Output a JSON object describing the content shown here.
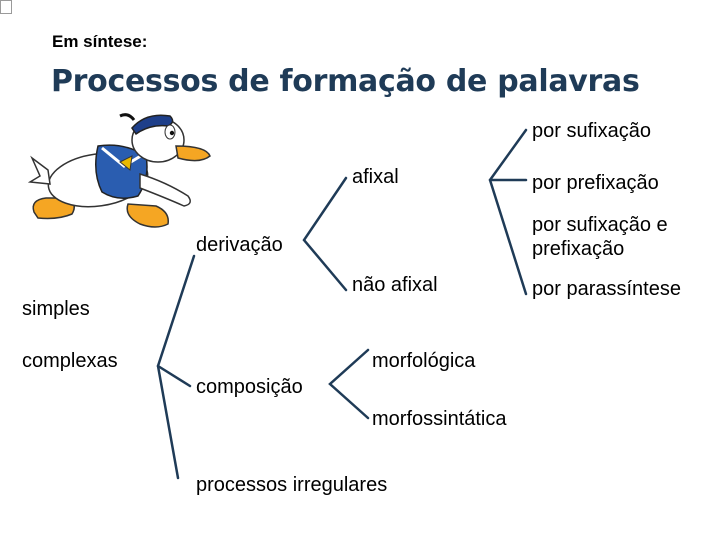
{
  "slide": {
    "subtitle": "Em síntese:",
    "title": "Processos de formação de palavras",
    "bullet_icon": "square-bullet-icon",
    "illustration": "donald-duck-cartoon"
  },
  "diagram": {
    "simples": "simples",
    "complexas": "complexas",
    "derivacao": "derivação",
    "composicao": "composição",
    "processos_irregulares": "processos irregulares",
    "afixal": "afixal",
    "nao_afixal": "não afixal",
    "morfologica": "morfológica",
    "morfossintatica": "morfossintática",
    "por_sufixacao": "por sufixação",
    "por_prefixacao": "por prefixação",
    "por_sufixacao_e_prefixacao_1": "por sufixação e",
    "por_sufixacao_e_prefixacao_2": "prefixação",
    "por_parassintese": "por parassíntese"
  },
  "colors": {
    "connector": "#1f3b57",
    "title": "#1f3b57"
  }
}
